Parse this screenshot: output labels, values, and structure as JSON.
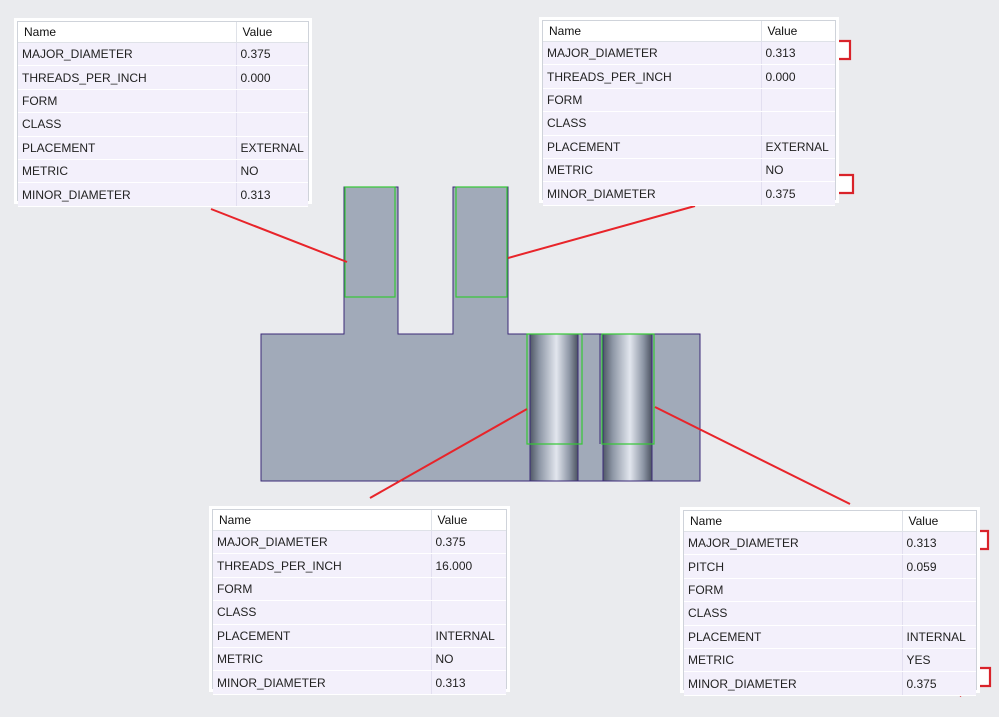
{
  "panels": {
    "top_left": {
      "headers": [
        "Name",
        "Value"
      ],
      "rows": [
        [
          "MAJOR_DIAMETER",
          "0.375"
        ],
        [
          "THREADS_PER_INCH",
          "0.000"
        ],
        [
          "FORM",
          ""
        ],
        [
          "CLASS",
          ""
        ],
        [
          "PLACEMENT",
          "EXTERNAL"
        ],
        [
          "METRIC",
          "NO"
        ],
        [
          "MINOR_DIAMETER",
          "0.313"
        ]
      ]
    },
    "top_right": {
      "headers": [
        "Name",
        "Value"
      ],
      "rows": [
        [
          "MAJOR_DIAMETER",
          "0.313"
        ],
        [
          "THREADS_PER_INCH",
          "0.000"
        ],
        [
          "FORM",
          ""
        ],
        [
          "CLASS",
          ""
        ],
        [
          "PLACEMENT",
          "EXTERNAL"
        ],
        [
          "METRIC",
          "NO"
        ],
        [
          "MINOR_DIAMETER",
          "0.375"
        ]
      ]
    },
    "bottom_left": {
      "headers": [
        "Name",
        "Value"
      ],
      "rows": [
        [
          "MAJOR_DIAMETER",
          "0.375"
        ],
        [
          "THREADS_PER_INCH",
          "16.000"
        ],
        [
          "FORM",
          ""
        ],
        [
          "CLASS",
          ""
        ],
        [
          "PLACEMENT",
          "INTERNAL"
        ],
        [
          "METRIC",
          "NO"
        ],
        [
          "MINOR_DIAMETER",
          "0.313"
        ]
      ]
    },
    "bottom_right": {
      "headers": [
        "Name",
        "Value"
      ],
      "rows": [
        [
          "MAJOR_DIAMETER",
          "0.313"
        ],
        [
          "PITCH",
          "0.059"
        ],
        [
          "FORM",
          ""
        ],
        [
          "CLASS",
          ""
        ],
        [
          "PLACEMENT",
          "INTERNAL"
        ],
        [
          "METRIC",
          "YES"
        ],
        [
          "MINOR_DIAMETER",
          "0.375"
        ]
      ]
    }
  },
  "colors": {
    "background": "#eaebee",
    "part_fill": "#a1aab9",
    "part_edge": "#3b2a78",
    "thread_highlight": "#35c935",
    "leader_line": "#e8242a",
    "arrow_outline": "#d9232a"
  },
  "icons": [
    "red-callout-arrow-icon"
  ]
}
